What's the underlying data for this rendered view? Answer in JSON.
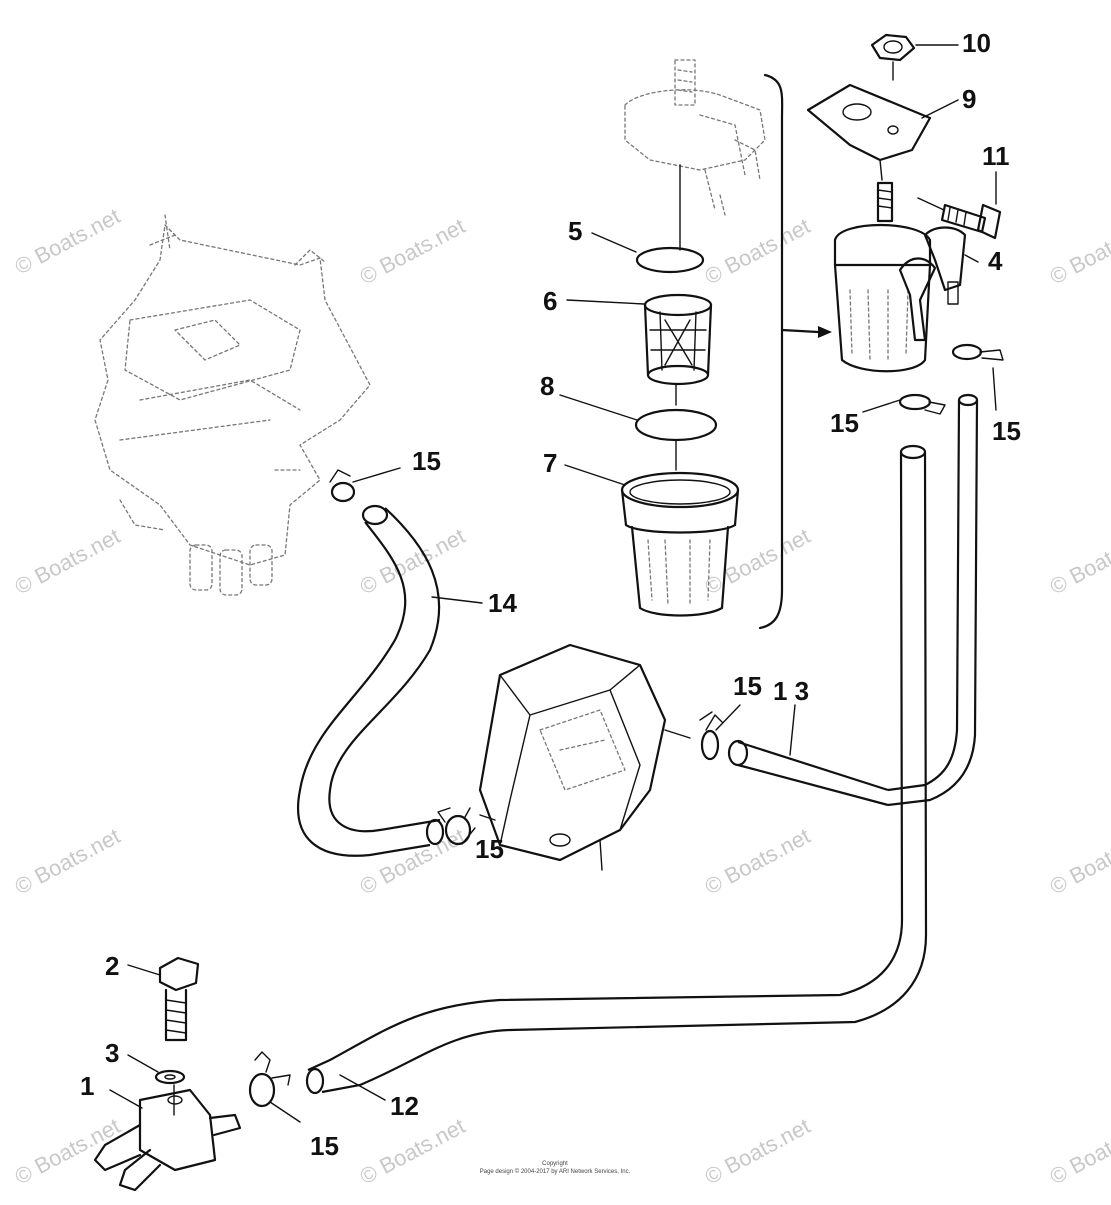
{
  "watermark": "© Boats.net",
  "callouts": {
    "c1": "1",
    "c2": "2",
    "c3": "3",
    "c4": "4",
    "c5": "5",
    "c6": "6",
    "c7": "7",
    "c8": "8",
    "c9": "9",
    "c10": "10",
    "c11": "11",
    "c12": "12",
    "c13": "1 3",
    "c14": "14",
    "c15": "15"
  },
  "footer": {
    "line1": "Copyright",
    "line2": "Page design © 2004-2017 by ARI Network Services, Inc."
  }
}
